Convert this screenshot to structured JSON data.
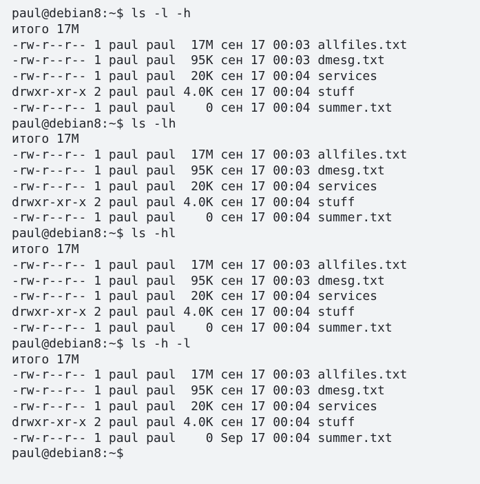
{
  "terminal": {
    "background_color": "#f1f3f5",
    "text_color": "#21242a",
    "prompt": "paul@debian8:~$",
    "lines": [
      {
        "type": "prompt",
        "text": "paul@debian8:~$ ls -l -h"
      },
      {
        "type": "output",
        "text": "итого 17M"
      },
      {
        "type": "output",
        "text": "-rw-r--r-- 1 paul paul  17M сен 17 00:03 allfiles.txt"
      },
      {
        "type": "output",
        "text": "-rw-r--r-- 1 paul paul  95K сен 17 00:03 dmesg.txt"
      },
      {
        "type": "output",
        "text": "-rw-r--r-- 1 paul paul  20K сен 17 00:04 services"
      },
      {
        "type": "output",
        "text": "drwxr-xr-x 2 paul paul 4.0K сен 17 00:04 stuff"
      },
      {
        "type": "output",
        "text": "-rw-r--r-- 1 paul paul    0 сен 17 00:04 summer.txt"
      },
      {
        "type": "prompt",
        "text": "paul@debian8:~$ ls -lh"
      },
      {
        "type": "output",
        "text": "итого 17M"
      },
      {
        "type": "output",
        "text": "-rw-r--r-- 1 paul paul  17M сен 17 00:03 allfiles.txt"
      },
      {
        "type": "output",
        "text": "-rw-r--r-- 1 paul paul  95K сен 17 00:03 dmesg.txt"
      },
      {
        "type": "output",
        "text": "-rw-r--r-- 1 paul paul  20K сен 17 00:04 services"
      },
      {
        "type": "output",
        "text": "drwxr-xr-x 2 paul paul 4.0K сен 17 00:04 stuff"
      },
      {
        "type": "output",
        "text": "-rw-r--r-- 1 paul paul    0 сен 17 00:04 summer.txt"
      },
      {
        "type": "prompt",
        "text": "paul@debian8:~$ ls -hl"
      },
      {
        "type": "output",
        "text": "итого 17M"
      },
      {
        "type": "output",
        "text": "-rw-r--r-- 1 paul paul  17M сен 17 00:03 allfiles.txt"
      },
      {
        "type": "output",
        "text": "-rw-r--r-- 1 paul paul  95K сен 17 00:03 dmesg.txt"
      },
      {
        "type": "output",
        "text": "-rw-r--r-- 1 paul paul  20K сен 17 00:04 services"
      },
      {
        "type": "output",
        "text": "drwxr-xr-x 2 paul paul 4.0K сен 17 00:04 stuff"
      },
      {
        "type": "output",
        "text": "-rw-r--r-- 1 paul paul    0 сен 17 00:04 summer.txt"
      },
      {
        "type": "prompt",
        "text": "paul@debian8:~$ ls -h -l"
      },
      {
        "type": "output",
        "text": "итого 17M"
      },
      {
        "type": "output",
        "text": "-rw-r--r-- 1 paul paul  17M сен 17 00:03 allfiles.txt"
      },
      {
        "type": "output",
        "text": "-rw-r--r-- 1 paul paul  95K сен 17 00:03 dmesg.txt"
      },
      {
        "type": "output",
        "text": "-rw-r--r-- 1 paul paul  20K сен 17 00:04 services"
      },
      {
        "type": "output",
        "text": "drwxr-xr-x 2 paul paul 4.0K сен 17 00:04 stuff"
      },
      {
        "type": "output",
        "text": "-rw-r--r-- 1 paul paul    0 Sep 17 00:04 summer.txt"
      },
      {
        "type": "prompt",
        "text": "paul@debian8:~$"
      }
    ]
  }
}
